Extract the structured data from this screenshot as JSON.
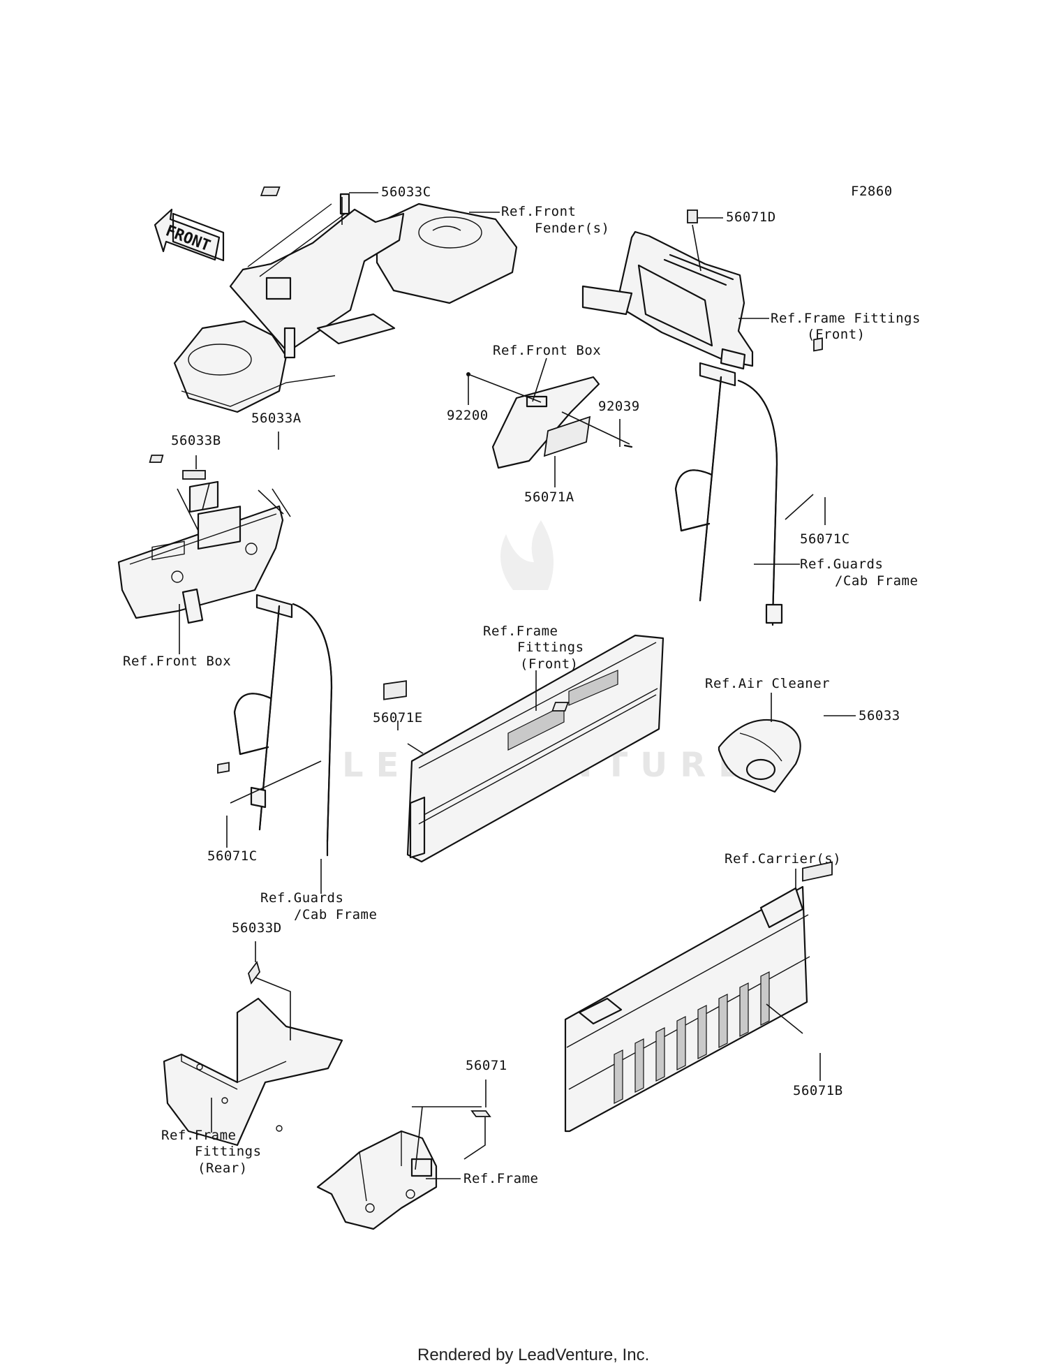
{
  "figure_code": "F2860",
  "watermark": "LEADVENTURE",
  "footer": "Rendered by LeadVenture, Inc.",
  "direction_arrow": "FRONT",
  "labels": {
    "p56033C": "56033C",
    "ref_front_fender_1": "Ref.Front",
    "ref_front_fender_2": "Fender(s)",
    "p56071D": "56071D",
    "ref_frame_fittings_front_a1": "Ref.Frame Fittings",
    "ref_frame_fittings_front_a2": "(Front)",
    "ref_front_box_a": "Ref.Front Box",
    "p92200": "92200",
    "p92039": "92039",
    "p56071A": "56071A",
    "p56033B": "56033B",
    "p56033A": "56033A",
    "ref_front_box_b": "Ref.Front Box",
    "p56071C_right": "56071C",
    "ref_guards_right_1": "Ref.Guards",
    "ref_guards_right_2": "/Cab Frame",
    "ref_frame_fittings_front_b1": "Ref.Frame",
    "ref_frame_fittings_front_b2": "Fittings",
    "ref_frame_fittings_front_b3": "(Front)",
    "p56071E": "56071E",
    "ref_air_cleaner": "Ref.Air Cleaner",
    "p56033": "56033",
    "p56071C_left": "56071C",
    "ref_guards_left_1": "Ref.Guards",
    "ref_guards_left_2": "/Cab Frame",
    "ref_carrier": "Ref.Carrier(s)",
    "p56033D": "56033D",
    "p56071B": "56071B",
    "p56071": "56071",
    "ref_frame_fittings_rear_1": "Ref.Frame",
    "ref_frame_fittings_rear_2": "Fittings",
    "ref_frame_fittings_rear_3": "(Rear)",
    "ref_frame": "Ref.Frame"
  }
}
